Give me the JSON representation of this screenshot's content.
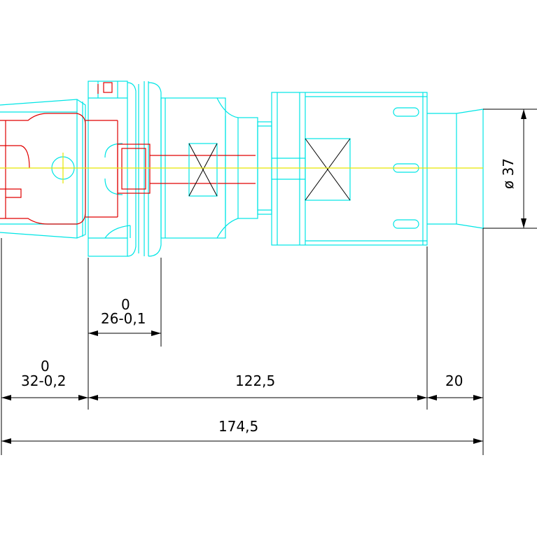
{
  "colors": {
    "outline": "#00e5e5",
    "inner_part": "#e00000",
    "centerline": "#e5e500",
    "dimension": "#000000"
  },
  "dimensions": {
    "tol_26_upper": "0",
    "tol_26": "26-0,1",
    "tol_32_upper": "0",
    "tol_32": "32-0,2",
    "len_122_5": "122,5",
    "len_20": "20",
    "len_total": "174,5",
    "diameter": "ø 37"
  }
}
